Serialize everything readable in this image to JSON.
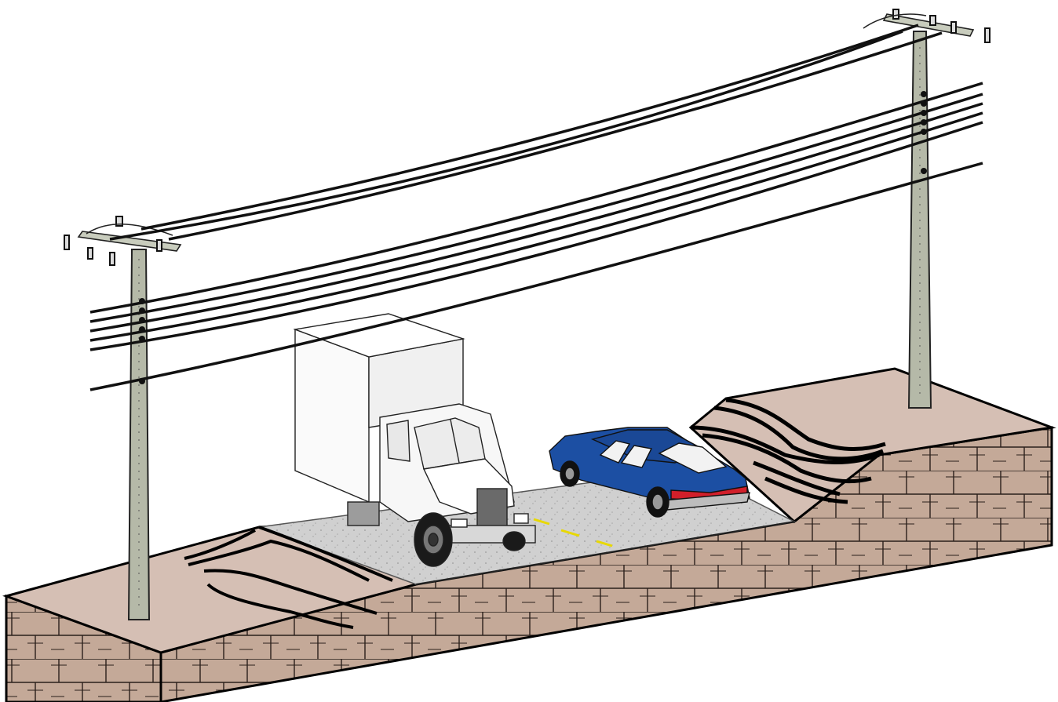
{
  "scene": {
    "subject": "",
    "elements": [
      "utility-pole-left",
      "utility-pole-right",
      "power-lines",
      "box-truck",
      "blue-sedan",
      "road-surface",
      "earth-cross-section"
    ]
  },
  "colors": {
    "ground_top": "#d5bfb4",
    "soil_side": "#c4a998",
    "road": "#d0d0d0",
    "pole": "#b5b9a8",
    "car_blue": "#1c4fa3",
    "car_tail": "#d11f2a",
    "lane_marking": "#e8d800",
    "truck_body": "#f7f7f7",
    "wire": "#111111"
  },
  "icons": {
    "truck": "box-truck-icon",
    "car": "sedan-car-icon",
    "pole": "utility-pole-icon"
  }
}
